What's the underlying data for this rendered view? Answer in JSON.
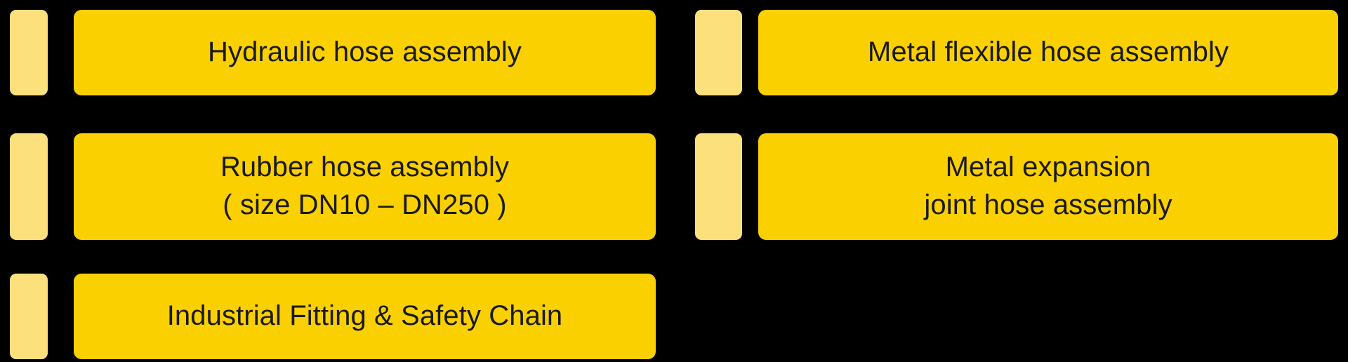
{
  "theme": {
    "background": "#000000",
    "tab_color": "#FCE07C",
    "panel_color": "#FBD000",
    "text_color": "#1A1A16"
  },
  "rows": [
    {
      "left": {
        "label": "Hydraulic hose assembly"
      },
      "right": {
        "label": "Metal flexible hose assembly"
      }
    },
    {
      "left": {
        "label": "Rubber hose assembly\n( size DN10 – DN250 )"
      },
      "right": {
        "label": "Metal expansion\njoint hose assembly"
      }
    },
    {
      "left": {
        "label": "Industrial Fitting & Safety Chain"
      },
      "right": {
        "label": ""
      }
    }
  ]
}
